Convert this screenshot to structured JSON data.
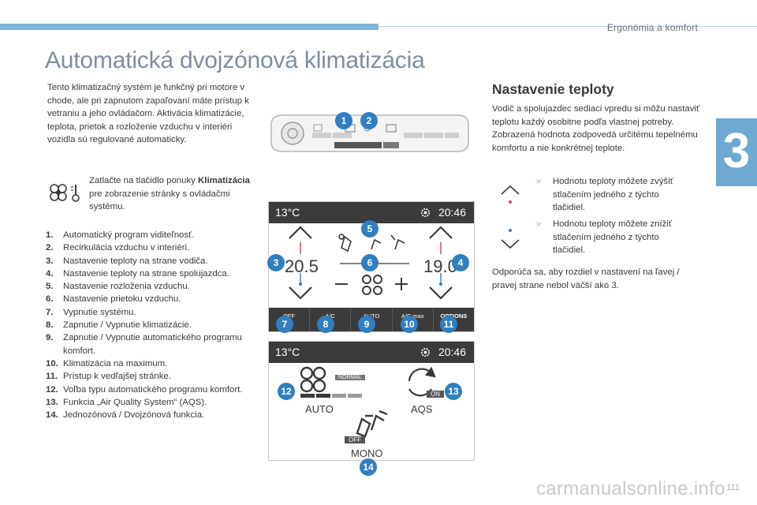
{
  "header": {
    "section": "Ergonómia a komfort",
    "chapter": "3",
    "page_number": "111"
  },
  "title": "Automatická dvojzónová klimatizácia",
  "intro": "Tento klimatizačný systém je funkčný pri motore v chode, ale pri zapnutom zapaľovaní máte prístup k vetraniu a jeho ovládačom. Aktivácia klimatizácie, teplota, prietok a rozloženie vzduchu v interiéri vozidla sú regulované automaticky.",
  "menu_hint": {
    "prefix": "Zatlačte na tlačidlo ponuky ",
    "bold": "Klimatizácia",
    "suffix": " pre zobrazenie stránky s ovládačmi systému."
  },
  "legend": [
    {
      "n": "1.",
      "t": "Automatický program viditeľnosť."
    },
    {
      "n": "2.",
      "t": "Recirkulácia vzduchu v interiéri."
    },
    {
      "n": "3.",
      "t": "Nastavenie teploty na strane vodiča."
    },
    {
      "n": "4.",
      "t": "Nastavenie teploty na strane spolujazdca."
    },
    {
      "n": "5.",
      "t": "Nastavenie rozloženia vzduchu."
    },
    {
      "n": "6.",
      "t": "Nastavenie prietoku vzduchu."
    },
    {
      "n": "7.",
      "t": "Vypnutie systému."
    },
    {
      "n": "8.",
      "t": "Zapnutie / Vypnutie klimatizácie."
    },
    {
      "n": "9.",
      "t": "Zapnutie / Vypnutie automatického programu komfort."
    },
    {
      "n": "10.",
      "t": "Klimatizácia na maximum."
    },
    {
      "n": "11.",
      "t": "Prístup k vedľajšej stránke."
    },
    {
      "n": "12.",
      "t": "Voľba typu automatického programu komfort."
    },
    {
      "n": "13.",
      "t": "Funkcia „Air Quality System“ (AQS)."
    },
    {
      "n": "14.",
      "t": "Jednozónová / Dvojzónová funkcia."
    }
  ],
  "screen1": {
    "outside_temp": "13°C",
    "time": "20:46",
    "driver_temp": "20.5",
    "passenger_temp": "19.0",
    "buttons": [
      "OFF",
      "A/C",
      "AUTO",
      "A/C max",
      "OPTIONS"
    ]
  },
  "screen2": {
    "outside_temp": "13°C",
    "time": "20:46",
    "auto_label": "AUTO",
    "auto_tag": "NORMAL",
    "aqs_label": "AQS",
    "aqs_tag": "ON",
    "mono_label": "MONO",
    "mono_tag": "OFF"
  },
  "badges": {
    "b1": "1",
    "b2": "2",
    "b3": "3",
    "b4": "4",
    "b5": "5",
    "b6": "6",
    "b7": "7",
    "b8": "8",
    "b9": "9",
    "b10": "10",
    "b11": "11",
    "b12": "12",
    "b13": "13",
    "b14": "14"
  },
  "right": {
    "heading": "Nastavenie teploty",
    "para1": "Vodič a spolujazdec sediaci vpredu si môžu nastaviť teplotu každý osobitne podľa vlastnej potreby.",
    "para2": "Zobrazená hodnota zodpovedá určitému tepelnému komfortu a nie konkrétnej teplote.",
    "bullet_up": "Hodnotu teploty môžete zvýšiť stlačením jedného z týchto tlačidiel.",
    "bullet_down": "Hodnotu teploty môžete znížiť stlačením jedného z týchto tlačidiel.",
    "para3": "Odporúča sa, aby rozdiel v nastavení na ľavej / pravej strane nebol väčší ako 3."
  },
  "watermark": "carmanualsonline.info",
  "colors": {
    "accent": "#7fb5d9",
    "badge": "#2f7fc1",
    "hot": "#d64545",
    "cold": "#2f7fc1",
    "title": "#7f8ea0"
  }
}
